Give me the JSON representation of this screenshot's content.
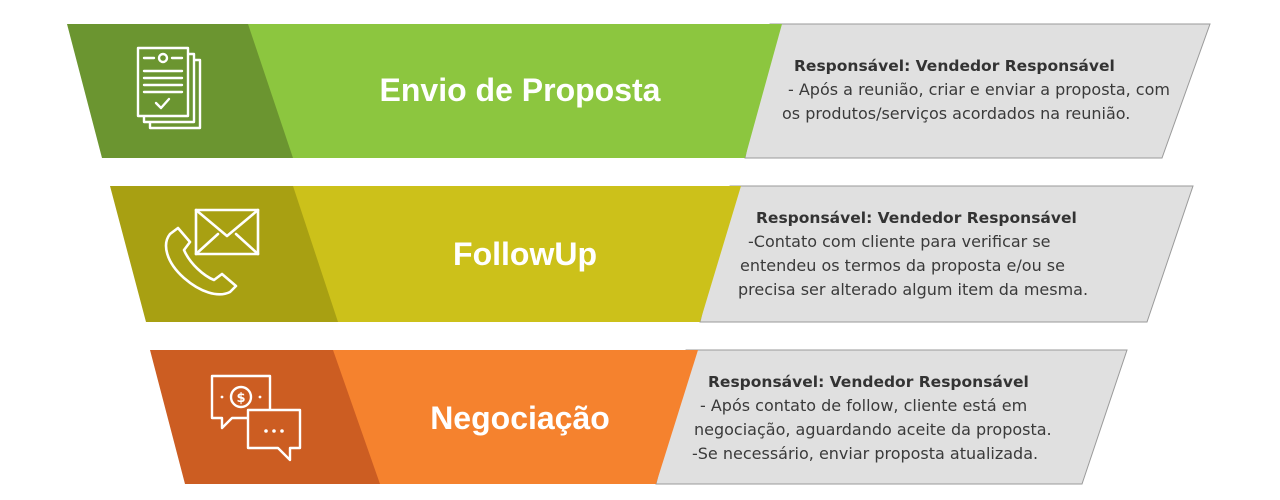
{
  "stages": [
    {
      "title": "Envio de Proposta",
      "icon": "document-checklist-icon",
      "responsible": "Responsável: Vendedor Responsável",
      "lines": [
        " - Após a reunião, criar e enviar a proposta, com",
        "os produtos/serviços acordados na reunião."
      ],
      "colors": {
        "dark": "#6b9530",
        "main": "#8cc63f"
      }
    },
    {
      "title": "FollowUp",
      "icon": "phone-envelope-icon",
      "responsible": "Responsável: Vendedor Responsável",
      "lines": [
        "-Contato com cliente para verificar se",
        "entendeu os termos da proposta e/ou se",
        "precisa ser alterado algum item da mesma."
      ],
      "colors": {
        "dark": "#a8a012",
        "main": "#ccc11a"
      }
    },
    {
      "title": "Negociação",
      "icon": "chat-money-icon",
      "responsible": "Responsável: Vendedor Responsável",
      "lines": [
        " - Após contato de follow, cliente está em",
        "negociação, aguardando aceite da proposta.",
        "-Se necessário, enviar proposta atualizada."
      ],
      "colors": {
        "dark": "#cc5d22",
        "main": "#f5822e"
      }
    }
  ]
}
